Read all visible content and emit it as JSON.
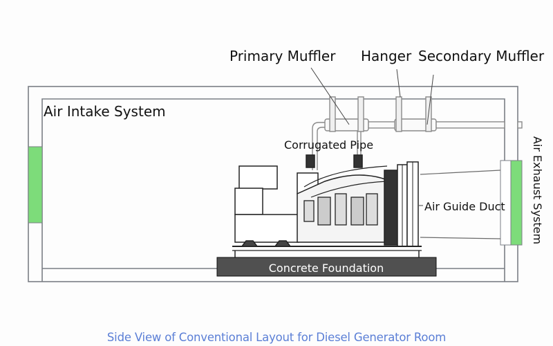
{
  "diagram": {
    "title": "Side View of Conventional Layout for Diesel Generator Room",
    "labels": {
      "primary_muffler": "Primary Muffler",
      "hanger": "Hanger",
      "secondary_muffler": "Secondary Muffler",
      "air_intake_system": "Air Intake System",
      "corrugated_pipe": "Corrugated Pipe",
      "air_guide_duct": "Air Guide Duct",
      "air_exhaust_system": "Air Exhaust System",
      "concrete_foundation": "Concrete Foundation"
    },
    "colors": {
      "louver_green": "#7ddc7a",
      "wall_line": "#7a7e85",
      "foundation_fill": "#505050",
      "caption_blue": "#5b7fd6"
    }
  }
}
